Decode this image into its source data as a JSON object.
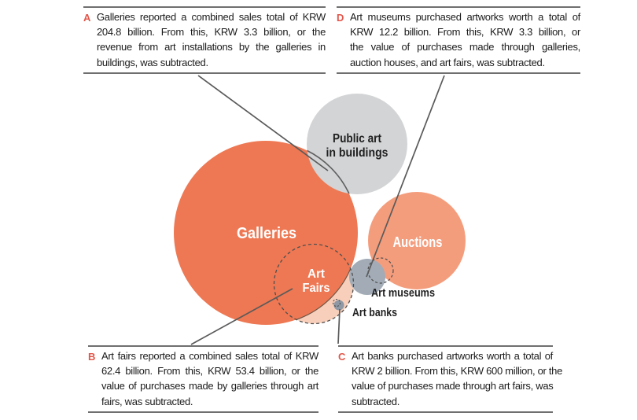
{
  "annotations": {
    "a": {
      "letter": "A",
      "lines": [
        "Galleries reported a combined sales total of KRW",
        "204.8 billion. From this, KRW 3.3 billion, or the",
        "revenue from art installations by the galleries in",
        "buildings, was subtracted."
      ]
    },
    "b": {
      "letter": "B",
      "lines": [
        "Art fairs reported a combined sales total of KRW",
        "62.4 billion. From this, KRW 53.4 billion, or the",
        "value of purchases made by galleries through art",
        "fairs, was subtracted."
      ]
    },
    "c": {
      "letter": "C",
      "lines": [
        "Art banks purchased artworks worth a total of",
        "KRW 2 billion. From this, KRW 600 million, or the",
        "value of purchases made through art fairs, was",
        "subtracted."
      ]
    },
    "d": {
      "letter": "D",
      "lines": [
        "Art museums purchased artworks worth a total of",
        "KRW 12.2 billion. From this, KRW 3.3 billion, or",
        "the value of purchases made through galleries,",
        "auction houses, and art fairs, was subtracted."
      ]
    }
  },
  "bubbles": {
    "galleries": {
      "label": "Galleries"
    },
    "public_art": {
      "label_line1": "Public art",
      "label_line2": "in buildings"
    },
    "auctions": {
      "label": "Auctions"
    },
    "art_fairs": {
      "label_line1": "Art",
      "label_line2": "Fairs"
    },
    "art_museums": {
      "label": "Art museums"
    },
    "art_banks": {
      "label": "Art banks"
    }
  },
  "colors": {
    "galleries": "#ee7853",
    "auctions": "#f49d7d",
    "art_fairs_outside": "#f8cfba",
    "public_art": "#d3d4d6",
    "art_museums": "#a2abb6",
    "art_banks": "#8e99a5",
    "marker_letter": "#e2564a",
    "callout_line": "#5a5a5a"
  },
  "chart_data": {
    "type": "euler-bubble",
    "bubbles": [
      {
        "label": "Galleries",
        "reported_total_krw_billion": 204.8,
        "subtracted_krw_billion": 3.3,
        "note": "A"
      },
      {
        "label": "Art Fairs",
        "reported_total_krw_billion": 62.4,
        "subtracted_krw_billion": 53.4,
        "note": "B"
      },
      {
        "label": "Art banks",
        "purchased_total_krw_billion": 2,
        "subtracted_krw_billion": 0.6,
        "note": "C"
      },
      {
        "label": "Art museums",
        "purchased_total_krw_billion": 12.2,
        "subtracted_krw_billion": 3.3,
        "note": "D"
      },
      {
        "label": "Public art in buildings"
      },
      {
        "label": "Auctions"
      }
    ]
  }
}
